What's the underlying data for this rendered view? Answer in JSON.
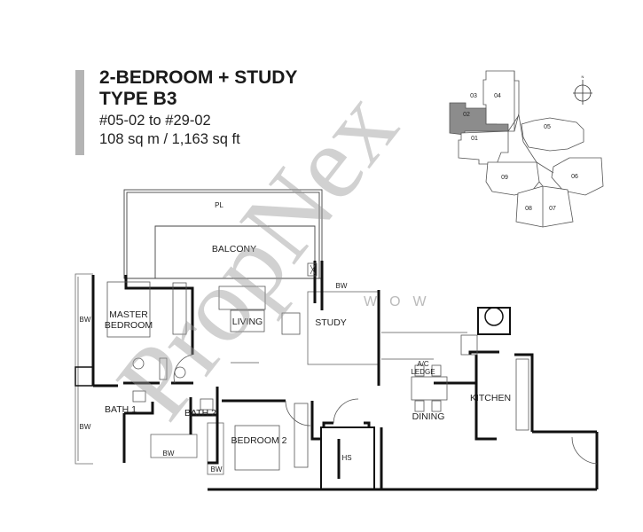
{
  "header": {
    "title_line1": "2-BEDROOM + STUDY",
    "title_line2": "TYPE B3",
    "units": "#05-02 to #29-02",
    "area": "108 sq m / 1,163 sq ft"
  },
  "key_plan": {
    "units": [
      "01",
      "02",
      "03",
      "04",
      "05",
      "06",
      "07",
      "08",
      "09"
    ],
    "highlighted_unit": "02",
    "highlight_color": "#8c8c8c",
    "compass_label": "N"
  },
  "rooms": {
    "pl": "PL",
    "balcony": "BALCONY",
    "master_bedroom_1": "MASTER",
    "master_bedroom_2": "BEDROOM",
    "living": "LIVING",
    "study": "STUDY",
    "bw_study": "BW",
    "bw_left": "BW",
    "bw_left2": "BW",
    "bw_bath": "BW",
    "bw_bed2": "BW",
    "bath1": "BATH 1",
    "bath2": "BATH 2",
    "bedroom2": "BEDROOM 2",
    "hs": "HS",
    "ac_ledge_1": "A/C",
    "ac_ledge_2": "LEDGE",
    "dining": "DINING",
    "kitchen": "KITCHEN"
  },
  "watermark": {
    "logo": "PropNex",
    "tagline": "WOW"
  }
}
